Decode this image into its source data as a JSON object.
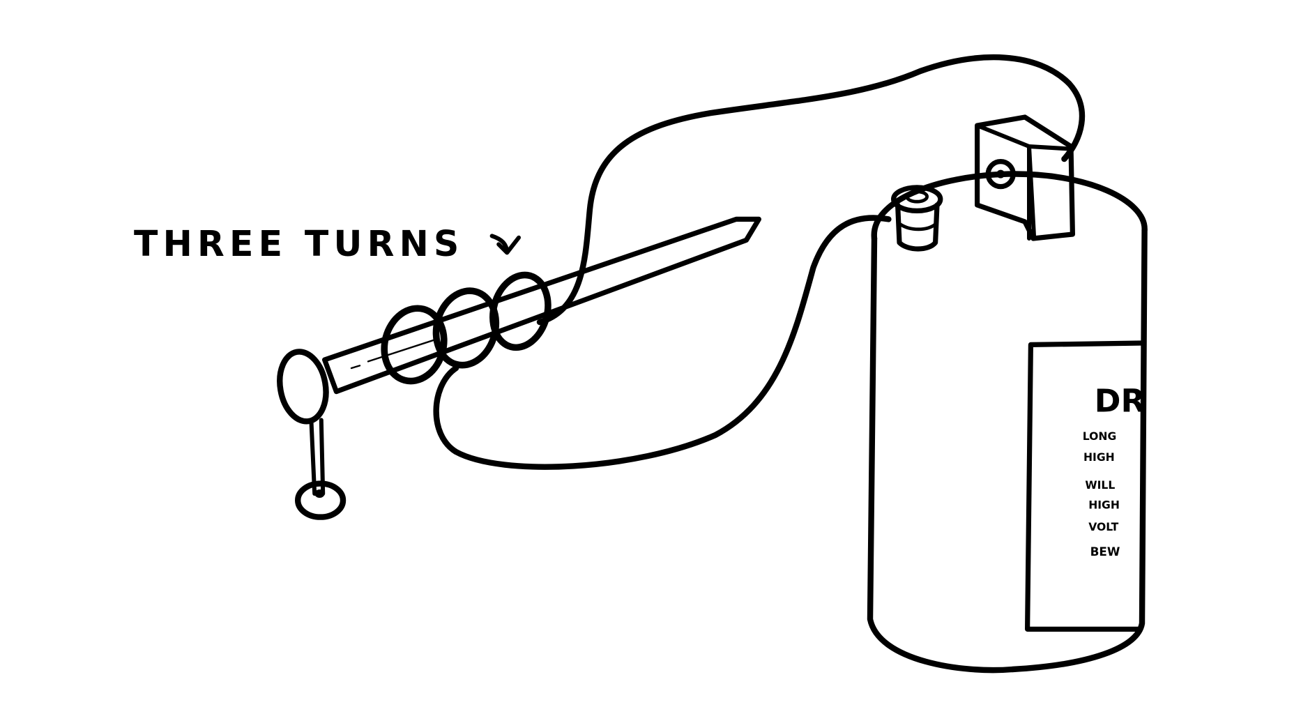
{
  "annotation": {
    "text": "THREE TURNS"
  },
  "battery_label": {
    "title": "DR",
    "lines": [
      "LONG",
      "HIGH",
      "WILL",
      "HIGH",
      "VOLT",
      "BEW"
    ]
  },
  "colors": {
    "ink": "#000000",
    "paper": "#ffffff"
  }
}
